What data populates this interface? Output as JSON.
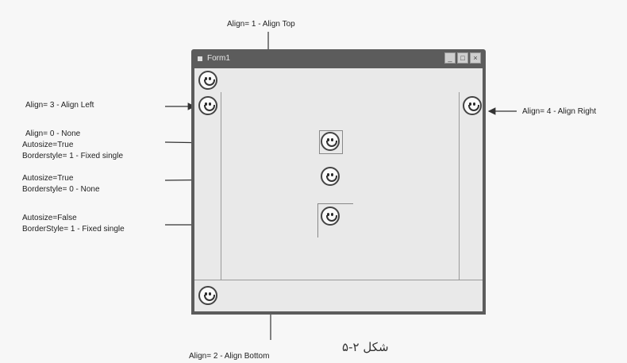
{
  "labels": {
    "align_top": "Align= 1 - Align Top",
    "align_left": "Align= 3 - Align Left",
    "align_none_1": "Align= 0 - None",
    "align_none_2": "Autosize=True",
    "align_none_3": "Borderstyle= 1 - Fixed single",
    "autosize_true_1": "Autosize=True",
    "autosize_true_2": "Borderstyle= 0 - None",
    "autosize_false_1": "Autosize=False",
    "autosize_false_2": "BorderStyle= 1 - Fixed single",
    "align_right": "Align= 4 - Align Right",
    "align_bottom": "Align= 2 - Align Bottom"
  },
  "window": {
    "title": "Form1",
    "minimize": "_",
    "maximize": "□",
    "close": "×"
  },
  "caption": "شکل ۲-۵",
  "colors": {
    "background": "#f7f7f7",
    "titlebar": "#5c5c5c",
    "client": "#e9e9e9"
  },
  "icons": [
    "smiley-icon"
  ]
}
